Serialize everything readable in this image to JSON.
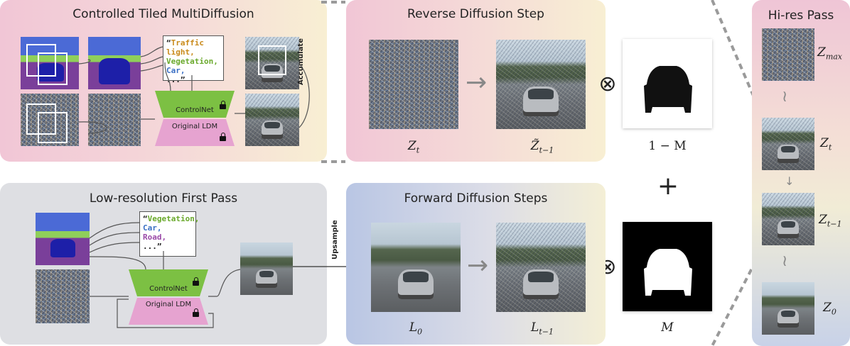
{
  "panels": {
    "ctmd": {
      "title": "Controlled Tiled MultiDiffusion",
      "accumulate": "Accumulate"
    },
    "reverse": {
      "title": "Reverse Diffusion Step",
      "label_left": "Z",
      "label_left_sub": "t",
      "label_right": "Z̃",
      "label_right_sub": "t−1"
    },
    "lowres": {
      "title": "Low-resolution First Pass",
      "upsample": "Upsample"
    },
    "forward": {
      "title": "Forward Diffusion Steps",
      "label_left": "L",
      "label_left_sub": "0",
      "label_right": "L",
      "label_right_sub": "t−1"
    },
    "hires": {
      "title": "Hi-res Pass",
      "labels": [
        {
          "main": "Z",
          "sub": "max"
        },
        {
          "main": "Z",
          "sub": "t"
        },
        {
          "main": "Z",
          "sub": "t−1"
        },
        {
          "main": "Z",
          "sub": "0"
        }
      ]
    }
  },
  "prompts": {
    "ctmd": {
      "line1": "Traffic light,",
      "line2": "Vegetation,",
      "line3": "Car,",
      "line4": "...”",
      "open_quote": "“"
    },
    "lowres": {
      "line1": "Vegetation,",
      "line2": "Car,",
      "line3": "Road,",
      "line4": "...”",
      "open_quote": "“"
    }
  },
  "networks": {
    "controlnet": "ControlNet",
    "ldm": "Original LDM"
  },
  "masks": {
    "top_label": "1 − M",
    "bottom_label": "M"
  },
  "symbols": {
    "times": "⊗",
    "plus": "+"
  },
  "colors": {
    "prompt_traffic": "#c98a1b",
    "prompt_vegetation": "#6aa92c",
    "prompt_car": "#3a6fc4",
    "prompt_road": "#9a4aa8",
    "controlnet_green": "#7cc043",
    "ldm_pink": "#e6a3d0"
  }
}
